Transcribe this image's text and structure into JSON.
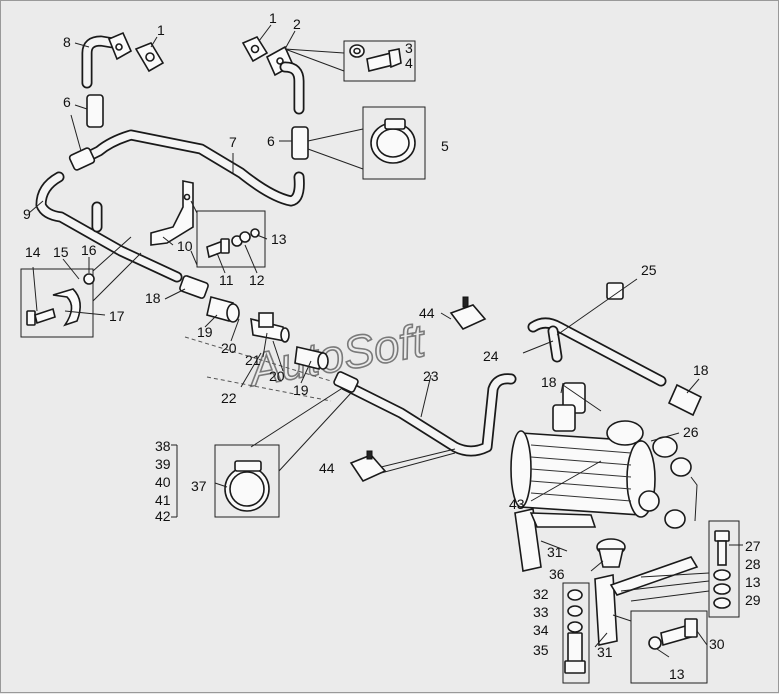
{
  "watermark": "AutoSoft",
  "labels": [
    {
      "id": "l-1a",
      "text": "1"
    },
    {
      "id": "l-1b",
      "text": "1"
    },
    {
      "id": "l-2",
      "text": "2"
    },
    {
      "id": "l-3",
      "text": "3"
    },
    {
      "id": "l-4",
      "text": "4"
    },
    {
      "id": "l-5",
      "text": "5"
    },
    {
      "id": "l-6a",
      "text": "6"
    },
    {
      "id": "l-6b",
      "text": "6"
    },
    {
      "id": "l-7",
      "text": "7"
    },
    {
      "id": "l-8",
      "text": "8"
    },
    {
      "id": "l-9",
      "text": "9"
    },
    {
      "id": "l-10",
      "text": "10"
    },
    {
      "id": "l-11",
      "text": "11"
    },
    {
      "id": "l-12",
      "text": "12"
    },
    {
      "id": "l-13a",
      "text": "13"
    },
    {
      "id": "l-13b",
      "text": "13"
    },
    {
      "id": "l-13c",
      "text": "13"
    },
    {
      "id": "l-14",
      "text": "14"
    },
    {
      "id": "l-15",
      "text": "15"
    },
    {
      "id": "l-16",
      "text": "16"
    },
    {
      "id": "l-17",
      "text": "17"
    },
    {
      "id": "l-18a",
      "text": "18"
    },
    {
      "id": "l-18b",
      "text": "18"
    },
    {
      "id": "l-18c",
      "text": "18"
    },
    {
      "id": "l-19a",
      "text": "19"
    },
    {
      "id": "l-19b",
      "text": "19"
    },
    {
      "id": "l-20a",
      "text": "20"
    },
    {
      "id": "l-20b",
      "text": "20"
    },
    {
      "id": "l-21",
      "text": "21"
    },
    {
      "id": "l-22",
      "text": "22"
    },
    {
      "id": "l-23",
      "text": "23"
    },
    {
      "id": "l-24",
      "text": "24"
    },
    {
      "id": "l-25",
      "text": "25"
    },
    {
      "id": "l-26",
      "text": "26"
    },
    {
      "id": "l-27",
      "text": "27"
    },
    {
      "id": "l-28",
      "text": "28"
    },
    {
      "id": "l-29",
      "text": "29"
    },
    {
      "id": "l-30",
      "text": "30"
    },
    {
      "id": "l-31a",
      "text": "31"
    },
    {
      "id": "l-31b",
      "text": "31"
    },
    {
      "id": "l-32",
      "text": "32"
    },
    {
      "id": "l-33",
      "text": "33"
    },
    {
      "id": "l-34",
      "text": "34"
    },
    {
      "id": "l-35",
      "text": "35"
    },
    {
      "id": "l-36",
      "text": "36"
    },
    {
      "id": "l-37",
      "text": "37"
    },
    {
      "id": "l-38",
      "text": "38"
    },
    {
      "id": "l-39",
      "text": "39"
    },
    {
      "id": "l-40",
      "text": "40"
    },
    {
      "id": "l-41",
      "text": "41"
    },
    {
      "id": "l-42",
      "text": "42"
    },
    {
      "id": "l-43",
      "text": "43"
    },
    {
      "id": "l-44a",
      "text": "44"
    },
    {
      "id": "l-44b",
      "text": "44"
    }
  ]
}
